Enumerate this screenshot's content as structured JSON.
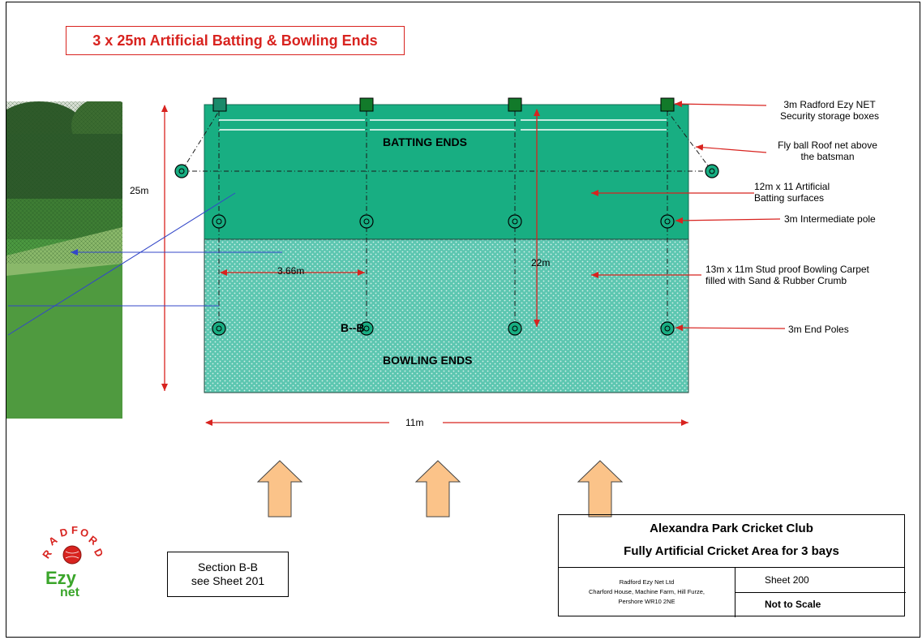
{
  "title": "3 x 25m Artificial Batting & Bowling Ends",
  "zones": {
    "batting": "BATTING ENDS",
    "bowling": "BOWLING ENDS"
  },
  "dimensions": {
    "length": "25m",
    "width": "11m",
    "bay_width": "3.66m",
    "pitch_length": "22m"
  },
  "section_marker": "B--B",
  "annotations": {
    "storage_line1": "3m Radford Ezy NET",
    "storage_line2": "Security storage boxes",
    "roof_line1": "Fly ball Roof net above",
    "roof_line2": "the batsman",
    "batting_line1": "12m x 11 Artificial",
    "batting_line2": "Batting surfaces",
    "intermediate": "3m Intermediate pole",
    "bowling_line1": "13m x 11m Stud proof Bowling Carpet",
    "bowling_line2": "filled with Sand & Rubber Crumb",
    "end_poles": "3m End Poles"
  },
  "section_note": {
    "line1": "Section B-B",
    "line2": "see Sheet 201"
  },
  "title_block": {
    "club": "Alexandra Park Cricket Club",
    "subtitle": "Fully Artificial Cricket Area for 3 bays",
    "company_line1": "Radford Ezy Net Ltd",
    "company_line2": "Charford House, Machine Farm, Hill Furze,",
    "company_line3": "Pershore WR10 2NE",
    "sheet": "Sheet 200",
    "scale": "Not to Scale"
  },
  "logo": {
    "top": "RADFORD",
    "bottom_line1": "Ezy",
    "bottom_line2": "net"
  },
  "colors": {
    "batting_area": "#18ae82",
    "bowling_area": "#5cc6b0",
    "box_green": "#127a2a",
    "annotation_red": "#d8231f",
    "arrow_orange": "#fbc389",
    "photo_line": "#3347c8"
  }
}
